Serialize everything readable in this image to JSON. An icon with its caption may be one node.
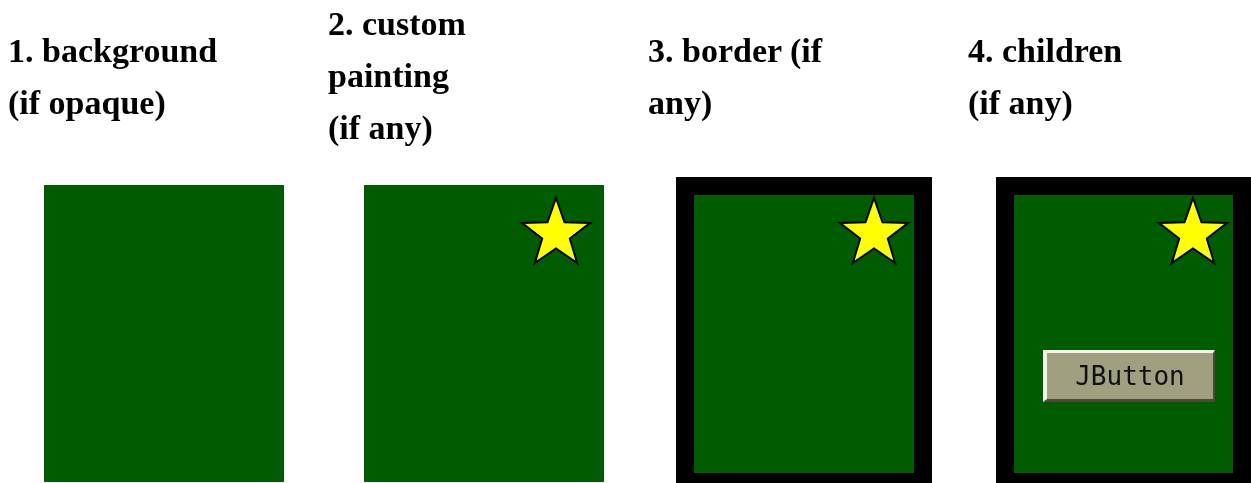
{
  "diagram": {
    "nodes": [
      {
        "text": [
          "1. background (if opaque)"
        ]
      },
      {
        "text": [
          "2. custom painting (if any)"
        ]
      },
      {
        "text": [
          "3. border (if any)"
        ]
      },
      {
        "text": [
          "4. children (if any)"
        ]
      },
      {
        "text": [
          "JButton"
        ],
        "in": 3
      }
    ]
  }
}
